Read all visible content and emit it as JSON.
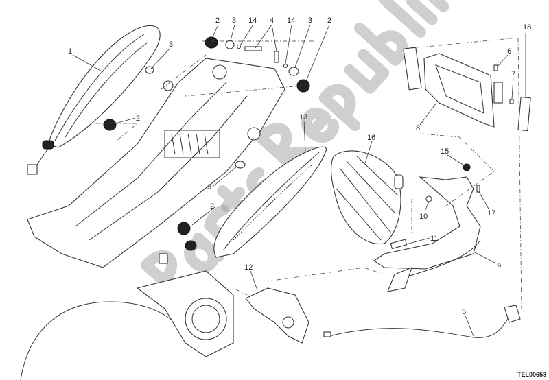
{
  "diagram": {
    "reference_code": "TEL00658",
    "watermark": "Parts Republik",
    "callouts": [
      "1",
      "3",
      "2",
      "2",
      "3",
      "14",
      "4",
      "14",
      "3",
      "2",
      "18",
      "6",
      "7",
      "8",
      "13",
      "16",
      "15",
      "10",
      "17",
      "11",
      "9",
      "3",
      "2",
      "12",
      "5"
    ]
  }
}
